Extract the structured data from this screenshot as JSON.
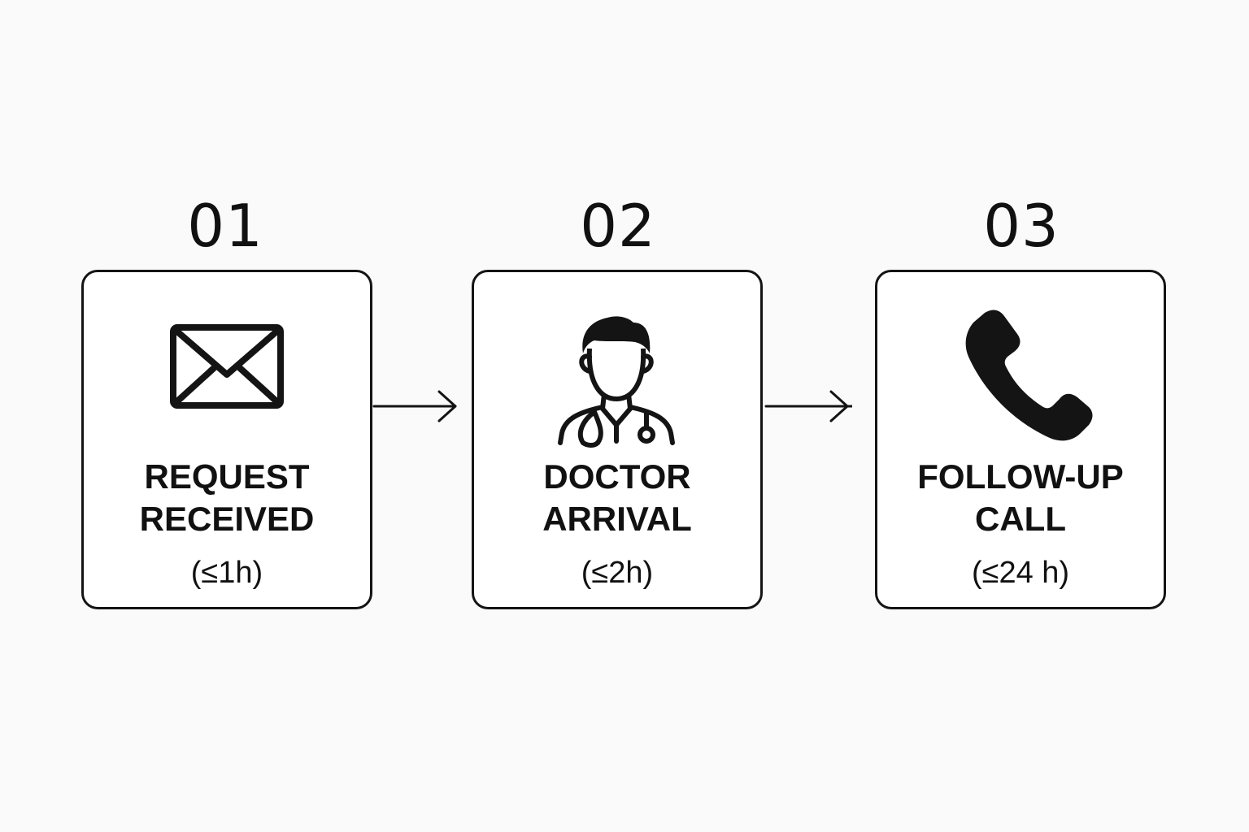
{
  "steps": [
    {
      "number": "01",
      "title_line1": "REQUEST",
      "title_line2": "RECEIVED",
      "duration": "(≤1h)",
      "icon": "envelope-icon"
    },
    {
      "number": "02",
      "title_line1": "DOCTOR",
      "title_line2": "ARRIVAL",
      "duration": "(≤2h)",
      "icon": "doctor-icon"
    },
    {
      "number": "03",
      "title_line1": "FOLLOW-UP",
      "title_line2": "CALL",
      "duration": "(≤24 h)",
      "icon": "phone-icon"
    }
  ],
  "colors": {
    "background": "#fafafa",
    "card_fill": "#ffffff",
    "stroke": "#141414"
  }
}
